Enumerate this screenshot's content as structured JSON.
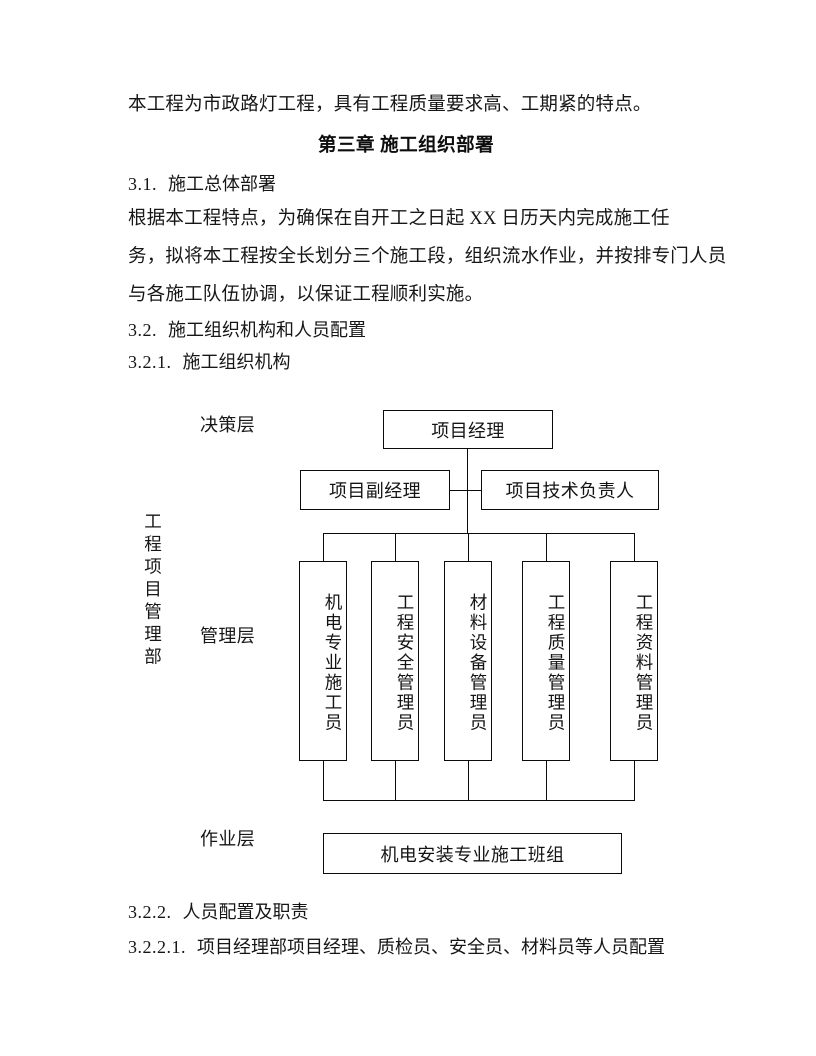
{
  "document": {
    "intro_paragraph": "本工程为市政路灯工程，具有工程质量要求高、工期紧的特点。",
    "chapter_title": "第三章  施工组织部署",
    "sections": [
      {
        "number": "3.1.",
        "title": "施工总体部署"
      },
      {
        "number": "3.2.",
        "title": "施工组织机构和人员配置"
      },
      {
        "number": "3.2.1.",
        "title": "施工组织机构"
      },
      {
        "number": "3.2.2.",
        "title": "人员配置及职责"
      },
      {
        "number": "3.2.2.1.",
        "title": "项目经理部项目经理、质检员、安全员、材料员等人员配置"
      }
    ],
    "body_lines": [
      "根据本工程特点，为确保在自开工之日起 XX 日历天内完成施工任",
      "务，拟将本工程按全长划分三个施工段，组织流水作业，并按排专门人员",
      "与各施工队伍协调，以保证工程顺利实施。"
    ]
  },
  "org_chart": {
    "side_label": "工程项目管理部",
    "layers": [
      {
        "name": "decision",
        "label": "决策层"
      },
      {
        "name": "management",
        "label": "管理层"
      },
      {
        "name": "operation",
        "label": "作业层"
      }
    ],
    "top_node": "项目经理",
    "second_row": [
      "项目副经理",
      "项目技术负责人"
    ],
    "management_nodes": [
      "机电专业施工员",
      "工程安全管理员",
      "材料设备管理员",
      "工程质量管理员",
      "工程资料管理员"
    ],
    "bottom_node": "机电安装专业施工班组"
  },
  "colors": {
    "page_background": "#ffffff",
    "text": "#161616",
    "box_border": "#0b0b0b"
  }
}
